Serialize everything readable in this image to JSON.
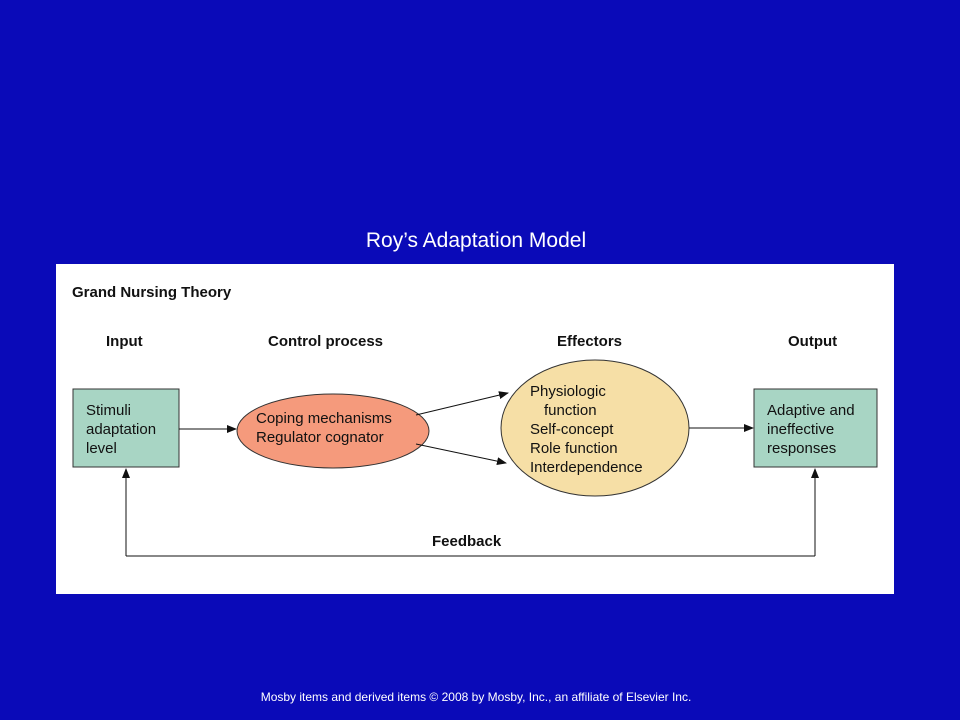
{
  "slide": {
    "title": "Roy’s Adaptation Model",
    "footer": "Mosby items and derived items © 2008 by Mosby, Inc., an affiliate of Elsevier Inc."
  },
  "diagram": {
    "heading": "Grand Nursing Theory",
    "columns": {
      "input": "Input",
      "control": "Control process",
      "effectors": "Effectors",
      "output": "Output"
    },
    "input_box": {
      "lines": [
        "Stimuli",
        "adaptation",
        "level"
      ],
      "fill": "#a8d5c4"
    },
    "control_ellipse": {
      "lines": [
        "Coping mechanisms",
        "Regulator cognator"
      ],
      "fill": "#f59a7c"
    },
    "effectors_ellipse": {
      "lines": [
        "Physiologic",
        "function",
        "Self-concept",
        "Role function",
        "Interdependence"
      ],
      "fill": "#f6dfa6"
    },
    "output_box": {
      "lines": [
        "Adaptive and",
        "ineffective",
        "responses"
      ],
      "fill": "#a8d5c4"
    },
    "feedback_label": "Feedback"
  }
}
